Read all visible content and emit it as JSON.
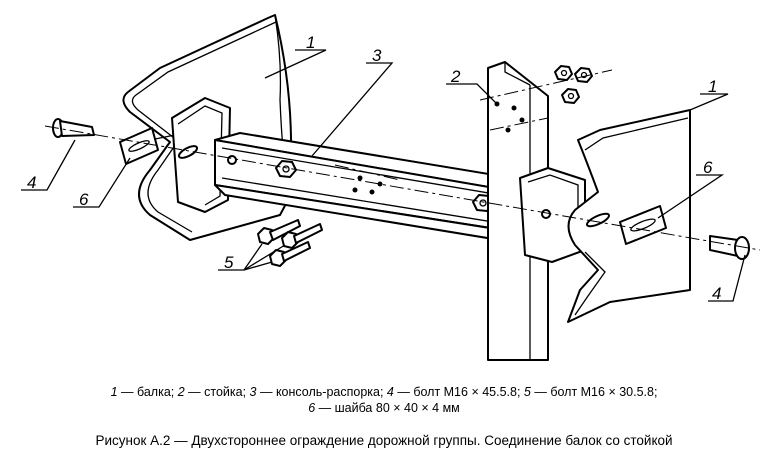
{
  "callouts": {
    "beam_left": "1",
    "beam_right": "1",
    "post": "2",
    "spacer_bracket": "3",
    "bolt_left": "4",
    "bolt_right": "4",
    "bolts_small": "5",
    "washer_left": "6",
    "washer_right": "6"
  },
  "legend": {
    "line1": [
      {
        "num": "1",
        "text": " — балка; "
      },
      {
        "num": "2",
        "text": " — стойка; "
      },
      {
        "num": "3",
        "text": " — консоль-распорка; "
      },
      {
        "num": "4",
        "text": " — болт М16 × 45.5.8; "
      },
      {
        "num": "5",
        "text": " — болт М16 × 30.5.8;"
      }
    ],
    "line2": [
      {
        "num": "6",
        "text": " — шайба 80 × 40 × 4 мм"
      }
    ]
  },
  "caption": "Рисунок А.2 — Двухстороннее ограждение дорожной группы. Соединение балок со стойкой"
}
